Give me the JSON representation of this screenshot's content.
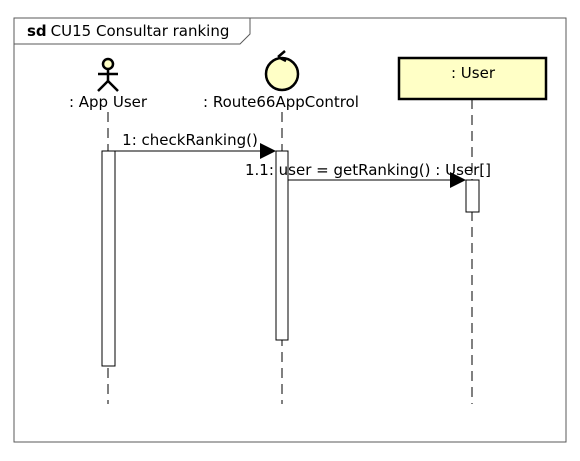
{
  "frame": {
    "keyword": "sd",
    "title": "CU15 Consultar ranking"
  },
  "lifelines": [
    {
      "kind": "actor",
      "label": ": App User"
    },
    {
      "kind": "control",
      "label": ": Route66AppControl"
    },
    {
      "kind": "object",
      "label": ": User"
    }
  ],
  "messages": [
    {
      "from": ": App User",
      "to": ": Route66AppControl",
      "label": "1: checkRanking()"
    },
    {
      "from": ": Route66AppControl",
      "to": ": User",
      "label": "1.1: user = getRanking() : User[]"
    }
  ],
  "colors": {
    "element_fill": "#ffffc6",
    "stroke": "#000000",
    "background": "#ffffff"
  }
}
